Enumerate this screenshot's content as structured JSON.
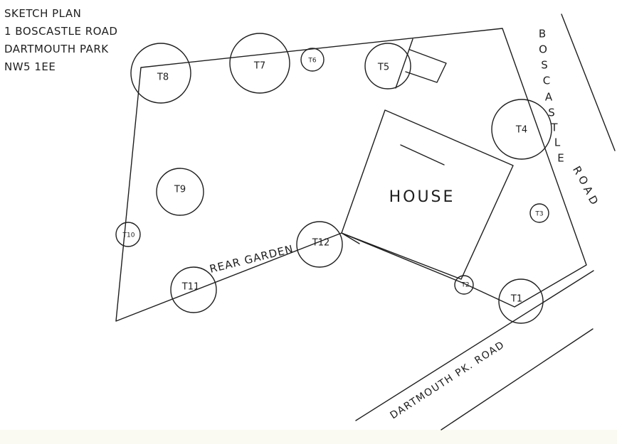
{
  "header": {
    "lines": [
      "SKETCH PLAN",
      "1 BOSCASTLE ROAD",
      "DARTMOUTH PARK",
      "NW5 1EE"
    ]
  },
  "house": {
    "label": "HOUSE"
  },
  "garden": {
    "label": "REAR GARDEN"
  },
  "roads": {
    "boscastle": {
      "label": "BOSCASTLE ROAD",
      "letters": [
        "B",
        "O",
        "S",
        "C",
        "A",
        "S",
        "T",
        "L",
        "E",
        "R",
        "O",
        "A",
        "D"
      ]
    },
    "dartmouth": {
      "label": "DARTMOUTH PK. ROAD"
    }
  },
  "trees": {
    "t1": "T1",
    "t2": "T2",
    "t3": "T3",
    "t4": "T4",
    "t5": "T5",
    "t6": "T6",
    "t7": "T7",
    "t8": "T8",
    "t9": "T9",
    "t10": "T10",
    "t11": "T11",
    "t12": "T12"
  }
}
